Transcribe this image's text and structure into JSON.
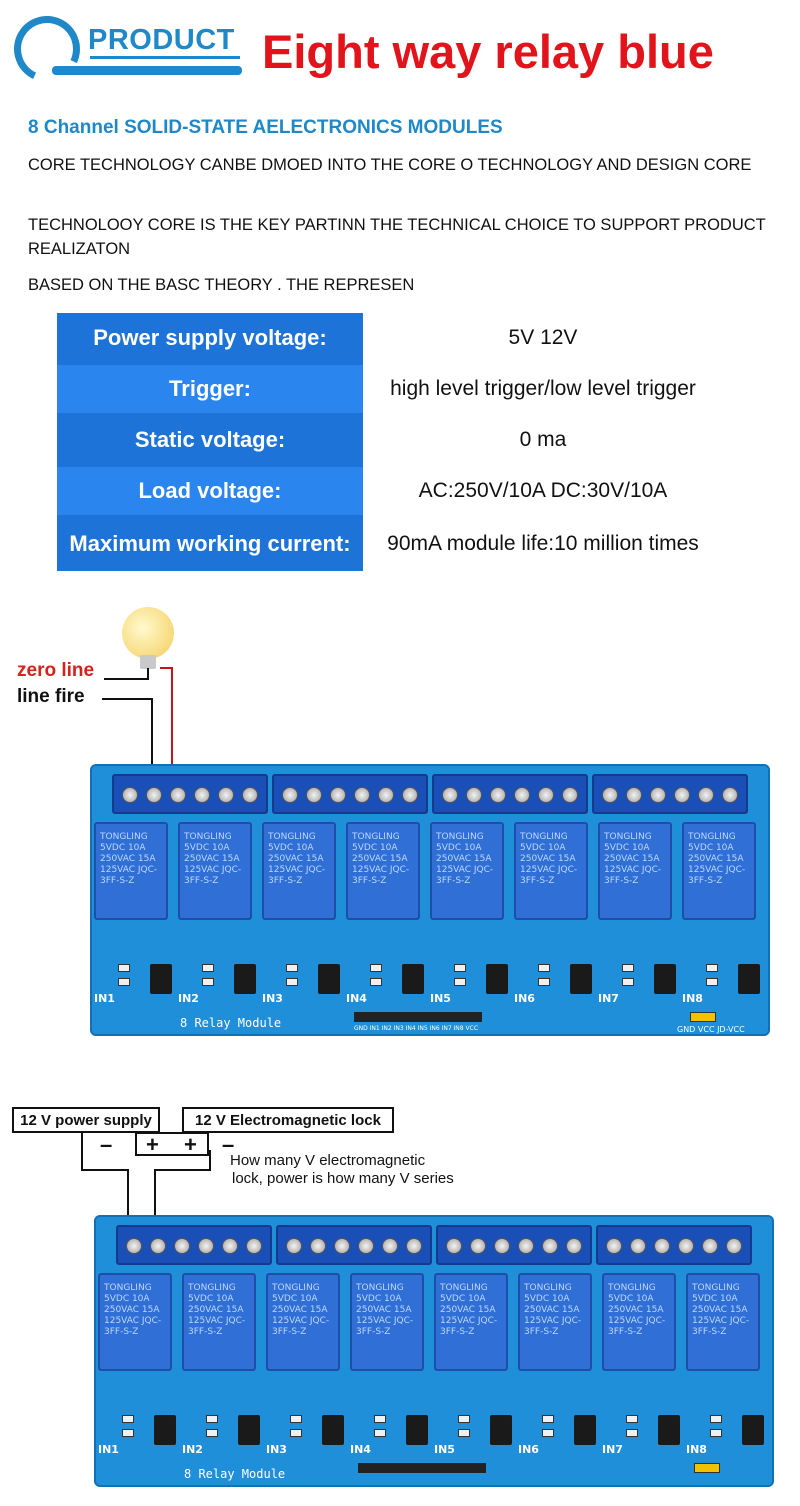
{
  "header": {
    "logo_text": "PRODUCT",
    "title": "Eight way relay blue"
  },
  "intro": {
    "subtitle": "8 Channel SOLID-STATE AELECTRONICS MODULES",
    "paragraphs": [
      "CORE TECHNOLOGY CANBE DMOED INTO THE CORE O TECHNOLOGY AND DESIGN CORE",
      "TECHNOLOOY CORE IS THE KEY PARTINN THE TECHNICAL CHOICE TO SUPPORT PRODUCT REALIZATON",
      "BASED ON THE BASC THEORY . THE REPRESEN"
    ]
  },
  "specs": [
    {
      "label": "Power supply voltage:",
      "value": "5V 12V"
    },
    {
      "label": "Trigger:",
      "value": "high level trigger/low level trigger"
    },
    {
      "label": "Static voltage:",
      "value": "0 ma"
    },
    {
      "label": "Load voltage:",
      "value": "AC:250V/10A  DC:30V/10A"
    },
    {
      "label": "Maximum working current:",
      "value": "90mA module life:10 million times"
    }
  ],
  "diagram1": {
    "zero_line": "zero line",
    "line_fire": "line fire"
  },
  "board": {
    "name": "8 Relay Module",
    "inputs": [
      "IN1",
      "IN2",
      "IN3",
      "IN4",
      "IN5",
      "IN6",
      "IN7",
      "IN8"
    ],
    "pin_labels": "GND IN1 IN2 IN3 IN4 IN5 IN6 IN7 IN8 VCC",
    "power_labels": "GND VCC JD-VCC",
    "relay_marking": "TONGLING 5VDC 10A 250VAC 15A 125VAC JQC-3FF-S-Z"
  },
  "diagram2": {
    "psu_label": "12 V power supply",
    "lock_label": "12 V Electromagnetic lock",
    "minus": "–",
    "plus": "+",
    "note_line1": "How many V electromagnetic",
    "note_line2": "lock, power is how many V series"
  },
  "colors": {
    "brand_blue": "#1e88c9",
    "title_red": "#e1141b",
    "table_blue": "#1e73d8",
    "board_blue": "#1f8fd9"
  }
}
